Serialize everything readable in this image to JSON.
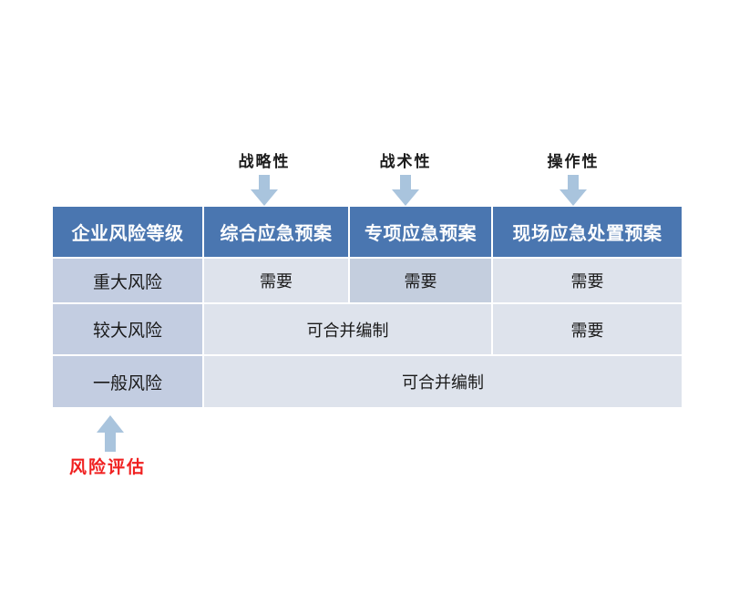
{
  "annotations": {
    "top_labels": [
      {
        "text": "战略性",
        "name": "label-strategic"
      },
      {
        "text": "战术性",
        "name": "label-tactical"
      },
      {
        "text": "操作性",
        "name": "label-operational"
      }
    ],
    "bottom_note": "风险评估",
    "bottom_note_color": "#f02020",
    "arrow_color": "#a9c4dd"
  },
  "table": {
    "header_bg": "#4a76b0",
    "header_text_color": "#ffffff",
    "level_cell_bg": "#c3cde1",
    "data_cell_bg": "#dee3ec",
    "highlight_cell_bg": "#c4cede",
    "headers": [
      "企业风险等级",
      "综合应急预案",
      "专项应急预案",
      "现场应急处置预案"
    ],
    "rows": [
      {
        "level": "重大风险",
        "cells": [
          {
            "text": "需要",
            "span": 1,
            "highlight": false
          },
          {
            "text": "需要",
            "span": 1,
            "highlight": true
          },
          {
            "text": "需要",
            "span": 1,
            "highlight": false
          }
        ]
      },
      {
        "level": "较大风险",
        "cells": [
          {
            "text": "可合并编制",
            "span": 2,
            "highlight": false
          },
          {
            "text": "需要",
            "span": 1,
            "highlight": false
          }
        ]
      },
      {
        "level": "一般风险",
        "cells": [
          {
            "text": "可合并编制",
            "span": 3,
            "highlight": false
          }
        ]
      }
    ]
  }
}
